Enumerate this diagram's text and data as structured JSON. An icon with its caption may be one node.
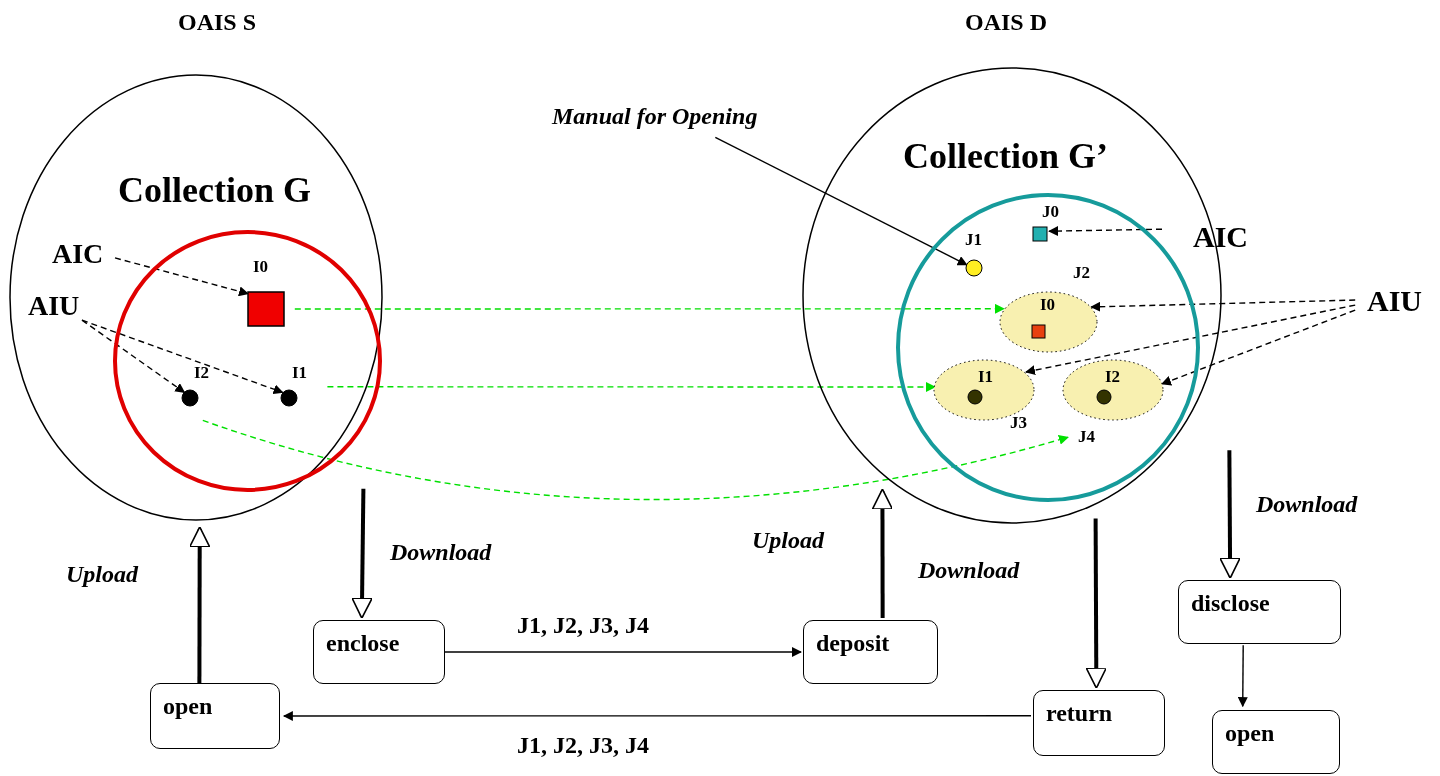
{
  "diagram": {
    "nodes": [
      {
        "text": [
          "OAIS S",
          "Collection G"
        ]
      },
      {
        "text": [],
        "shape": "circle",
        "in": 0
      },
      {
        "text": [
          "AIC"
        ],
        "in": 0
      },
      {
        "text": [
          "AIU"
        ],
        "in": 0
      },
      {
        "text": [
          "I0"
        ],
        "in": 1
      },
      {
        "text": [
          "I1"
        ],
        "in": 1
      },
      {
        "text": [
          "I2"
        ],
        "in": 1
      },
      {
        "text": [
          "OAIS D",
          "Collection G’"
        ]
      },
      {
        "text": [],
        "shape": "circle",
        "in": 7
      },
      {
        "text": [
          "Manual for Opening"
        ]
      },
      {
        "text": [
          "J0"
        ],
        "in": 8
      },
      {
        "text": [
          "J1"
        ],
        "in": 8
      },
      {
        "text": [
          "AIC"
        ],
        "in": 7
      },
      {
        "text": [
          "AIU"
        ]
      },
      {
        "text": [
          "I0"
        ],
        "beside": [
          "J2"
        ],
        "in": 8
      },
      {
        "text": [
          "I1"
        ],
        "beside": [
          "J3"
        ],
        "in": 8
      },
      {
        "text": [
          "I2"
        ],
        "in": 8
      },
      {
        "text": [
          "J4"
        ],
        "in": 8
      },
      {
        "text": [
          "enclose"
        ]
      },
      {
        "text": [
          "deposit"
        ]
      },
      {
        "text": [
          "open"
        ]
      },
      {
        "text": [
          "return"
        ]
      },
      {
        "text": [
          "disclose"
        ]
      },
      {
        "text": [
          "open"
        ]
      }
    ],
    "edges": [
      {
        "from": 2,
        "to": 4,
        "arrow": "to",
        "style": "dashed"
      },
      {
        "from": 3,
        "to": 6,
        "arrow": "to",
        "style": "dashed"
      },
      {
        "from": 3,
        "to": 5,
        "arrow": "to",
        "style": "dashed"
      },
      {
        "from": 4,
        "to": 14,
        "arrow": "to",
        "style": "dashed",
        "color": "#00e000"
      },
      {
        "from": 5,
        "to": 15,
        "arrow": "to",
        "style": "dashed",
        "color": "#00e000"
      },
      {
        "from": 6,
        "to": 17,
        "arrow": "to",
        "style": "dashed",
        "color": "#00e000"
      },
      {
        "from": 9,
        "to": 11,
        "arrow": "to"
      },
      {
        "from": 12,
        "to": 10,
        "arrow": "to",
        "style": "dashed"
      },
      {
        "from": 13,
        "to": 14,
        "arrow": "to",
        "style": "dashed"
      },
      {
        "from": 13,
        "to": 15,
        "arrow": "to",
        "style": "dashed"
      },
      {
        "from": 13,
        "to": 16,
        "arrow": "to",
        "style": "dashed"
      },
      {
        "from": 0,
        "to": 18,
        "arrow": "to",
        "style": "thick",
        "label": "Download"
      },
      {
        "from": 20,
        "to": 0,
        "arrow": "to",
        "style": "thick",
        "label": "Upload"
      },
      {
        "from": 18,
        "to": 19,
        "arrow": "to",
        "label": "J1, J2, J3, J4"
      },
      {
        "from": 19,
        "to": 7,
        "arrow": "to",
        "style": "thick",
        "label": "Upload"
      },
      {
        "from": 7,
        "to": 21,
        "arrow": "to",
        "style": "thick",
        "label": "Download"
      },
      {
        "from": 7,
        "to": 22,
        "arrow": "to",
        "style": "thick",
        "label": "Download"
      },
      {
        "from": 21,
        "to": 20,
        "arrow": "to",
        "label": "J1, J2, J3, J4"
      },
      {
        "from": 22,
        "to": 23,
        "arrow": "to"
      }
    ]
  }
}
